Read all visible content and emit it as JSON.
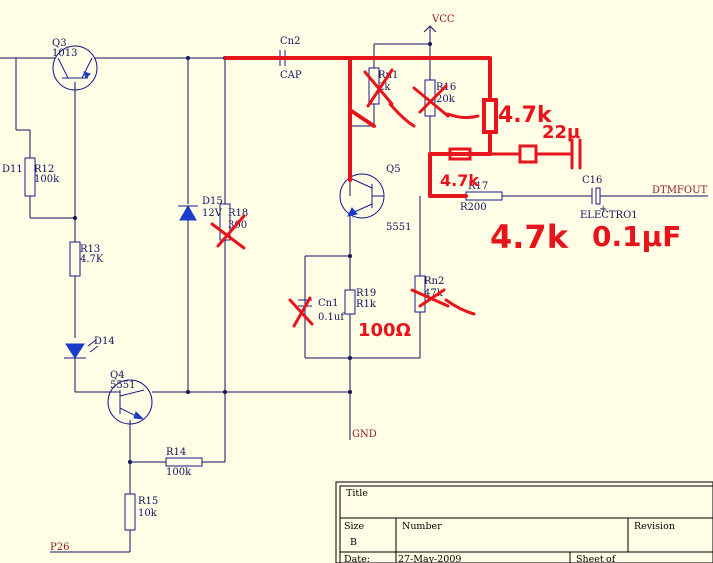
{
  "labels": {
    "q3_ref": "Q3",
    "q3_val": "1013",
    "d11_ref": "D11",
    "r12_ref": "R12",
    "r12_val": "100k",
    "r13_ref": "R13",
    "r13_val": "4.7K",
    "d14_ref": "D14",
    "q4_ref": "Q4",
    "q4_val": "5551",
    "r14_ref": "R14",
    "r14_val": "100k",
    "r15_ref": "R15",
    "r15_val": "10k",
    "p26": "P26",
    "d15_ref": "D15",
    "d15_val": "12V",
    "r18_ref": "R18",
    "r18_val": "300",
    "cn2_ref": "Cn2",
    "cn2_val": "CAP",
    "vcc": "VCC",
    "rn1_ref": "Rn1",
    "rn1_val": "2k",
    "r16_ref": "R16",
    "r16_val": "20k",
    "q5_ref": "Q5",
    "q5_val": "5551",
    "r17_ref": "R17",
    "r17_val": "R200",
    "c16_ref": "C16",
    "electro_ref": "ELECTRO1",
    "dtmfout": "DTMFOUT",
    "cn1_ref": "Cn1",
    "cn1_val": "0.1uf",
    "r19_ref": "R19",
    "r19_val": "R1k",
    "rn2_ref": "Rn2",
    "rn2_val": "47k",
    "gnd": "GND"
  },
  "annotations": {
    "upper_resistor": "4.7k",
    "cap_22": "22µ",
    "small_47k": "4.7k",
    "big_47k": "4.7k",
    "cap_01": "0.1µF",
    "r19_new": "100Ω"
  },
  "title_block": {
    "title": "Title",
    "size": "Size",
    "size_value": "B",
    "number": "Number",
    "revision": "Revision",
    "date_label": "Date:",
    "date_value": "27-May-2009",
    "sheet_label": "Sheet",
    "of_label": "of"
  },
  "colors": {
    "wire": "#14145a",
    "component": "#1a1a8c",
    "markup": "#e8141c",
    "background": "#fffde6"
  }
}
